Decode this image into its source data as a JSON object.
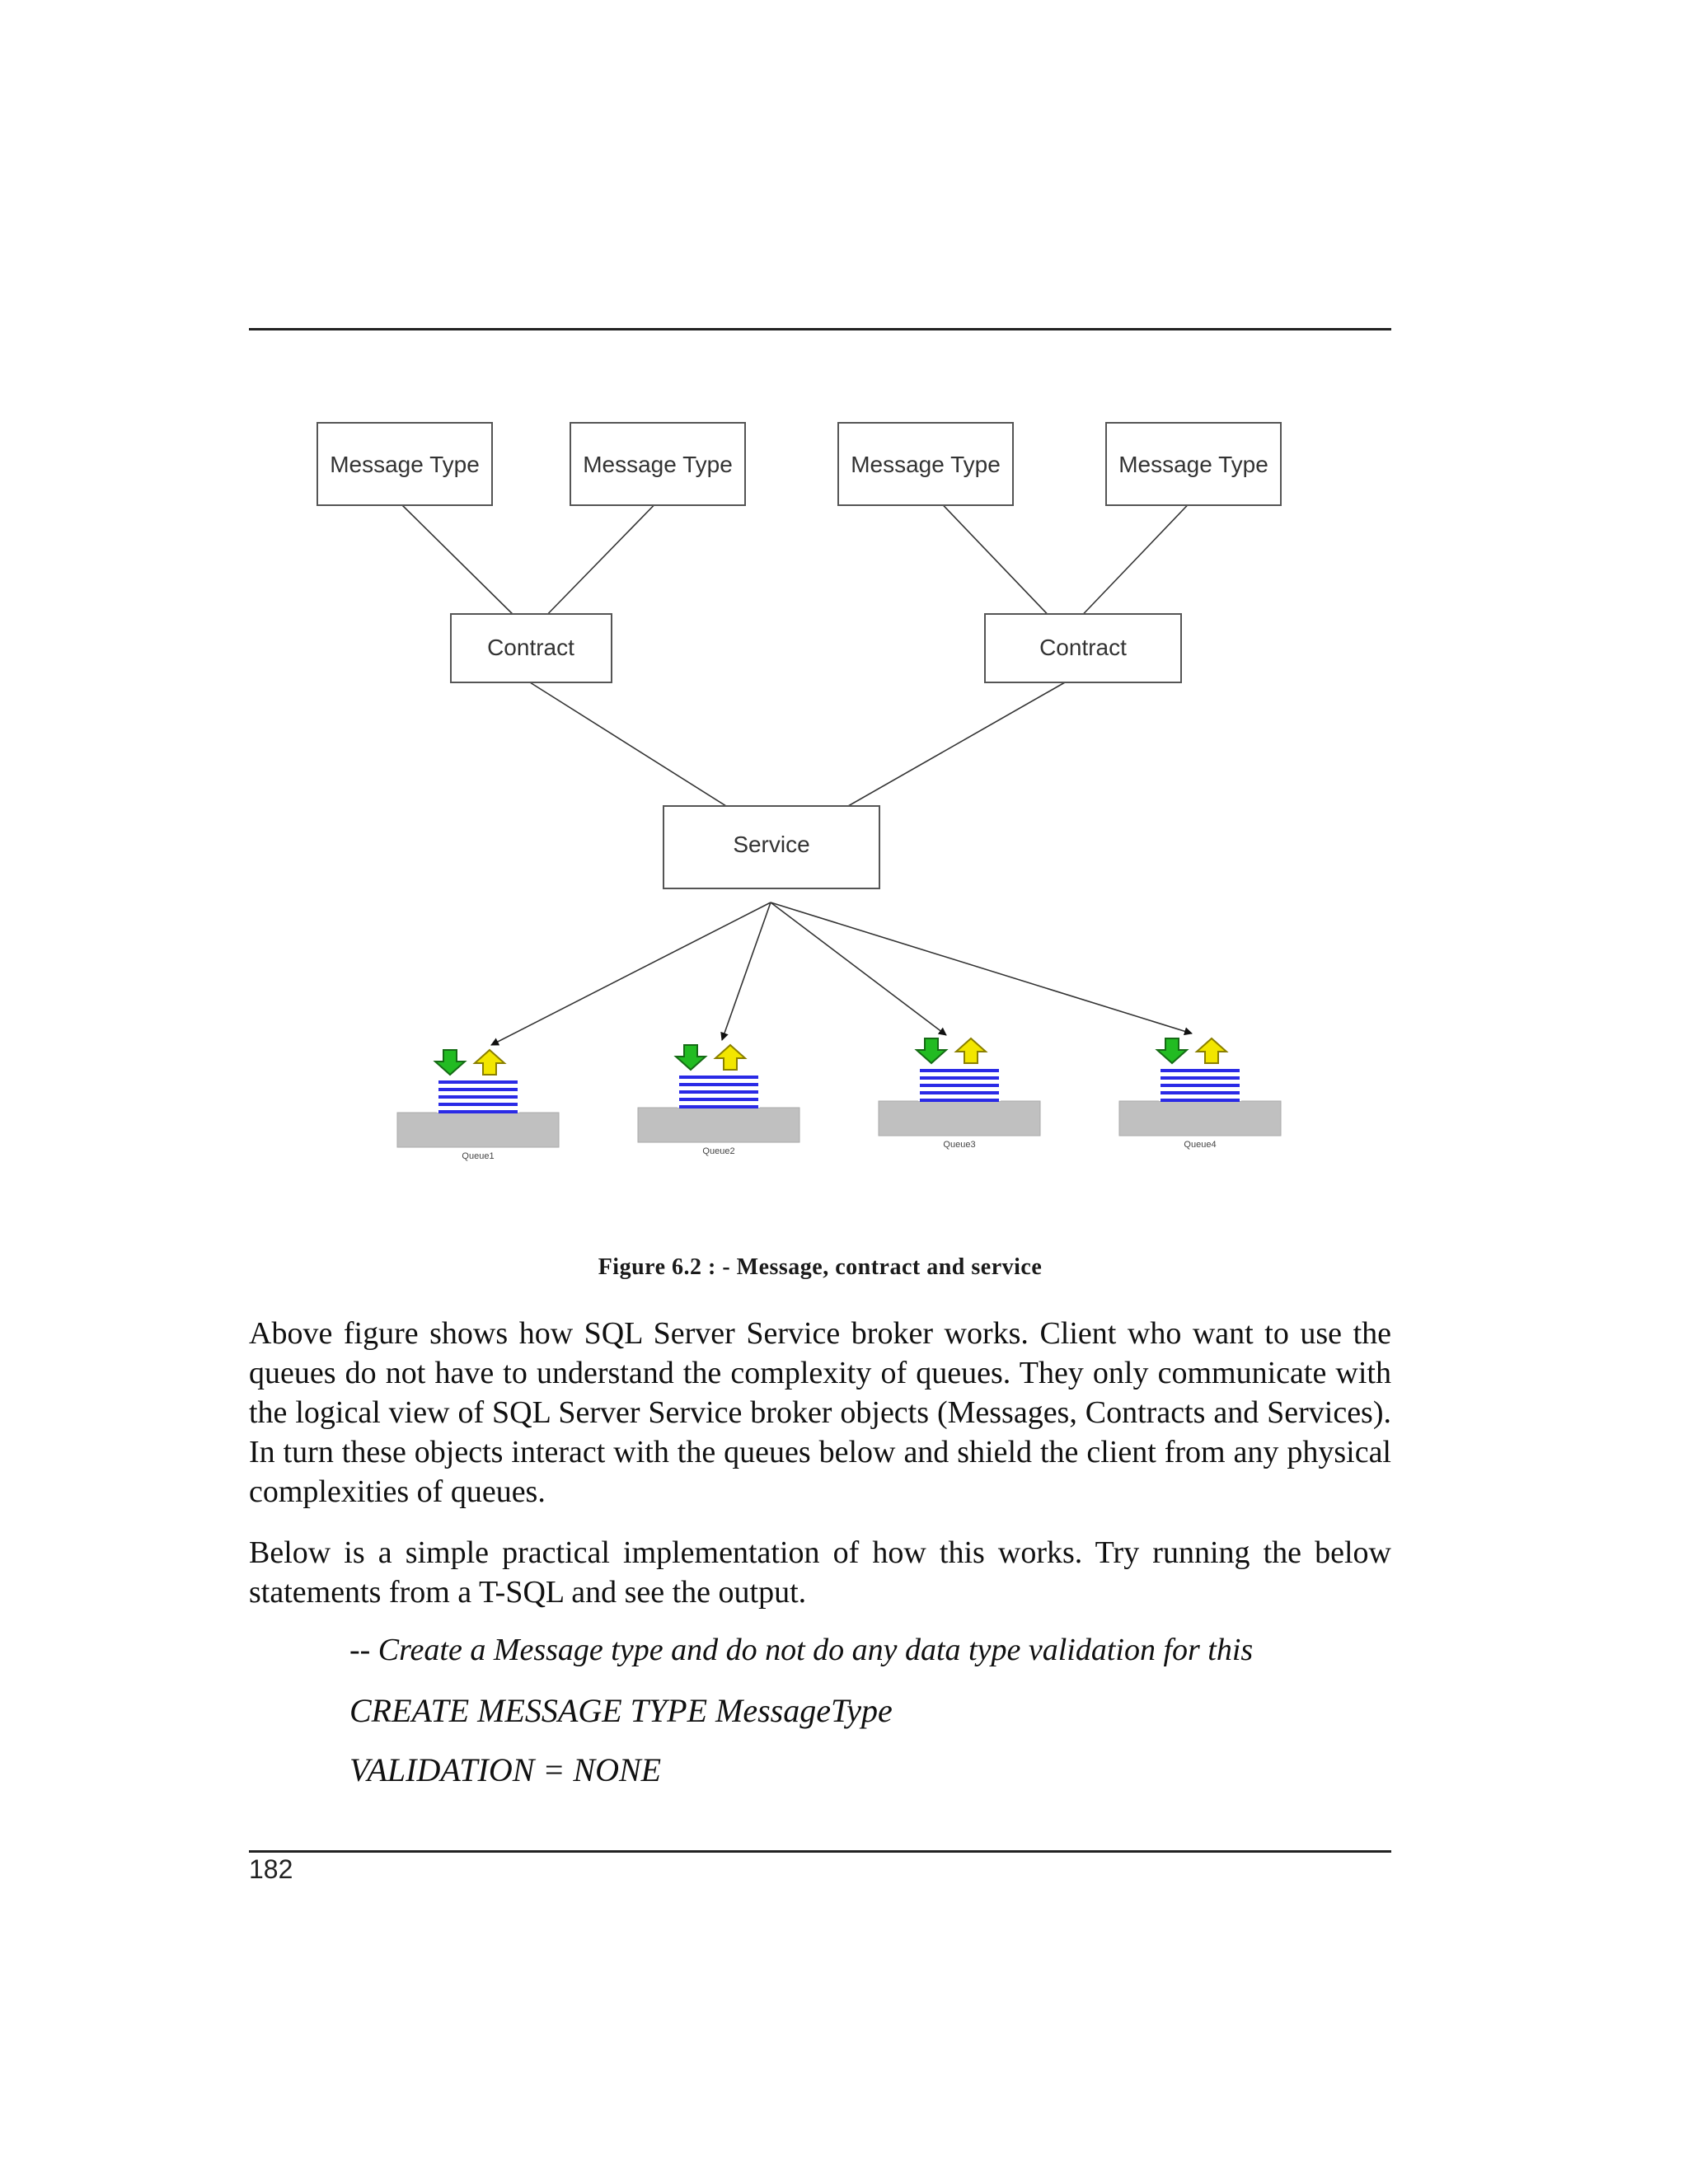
{
  "figure": {
    "message_types": [
      "Message Type",
      "Message Type",
      "Message Type",
      "Message Type"
    ],
    "contracts": [
      "Contract",
      "Contract"
    ],
    "service": "Service",
    "queues": [
      "Queue1",
      "Queue2",
      "Queue3",
      "Queue4"
    ],
    "caption": "Figure 6.2 : - Message, contract and service"
  },
  "body": {
    "paragraph1": "Above figure shows how SQL Server Service broker works. Client who want to use the queues do not have to understand the complexity of queues. They only communicate with the logical view of SQL Server Service broker objects (Messages, Contracts and Services). In turn these objects interact with the queues below and shield the client from any physical complexities of queues.",
    "paragraph2": "Below is a simple practical implementation of how this works. Try running the below statements from a T-SQL and see the output.",
    "code": {
      "comment": "-- Create a Message type and do not do any data type validation for this",
      "line1": "CREATE MESSAGE TYPE MessageType",
      "line2": "VALIDATION = NONE"
    }
  },
  "footer": {
    "page_number": "182"
  },
  "colors": {
    "queue_lines": "#2a2ae6",
    "queue_base": "#c0c0c0",
    "arrow_in": "#22bb22",
    "arrow_out": "#f2e600"
  }
}
